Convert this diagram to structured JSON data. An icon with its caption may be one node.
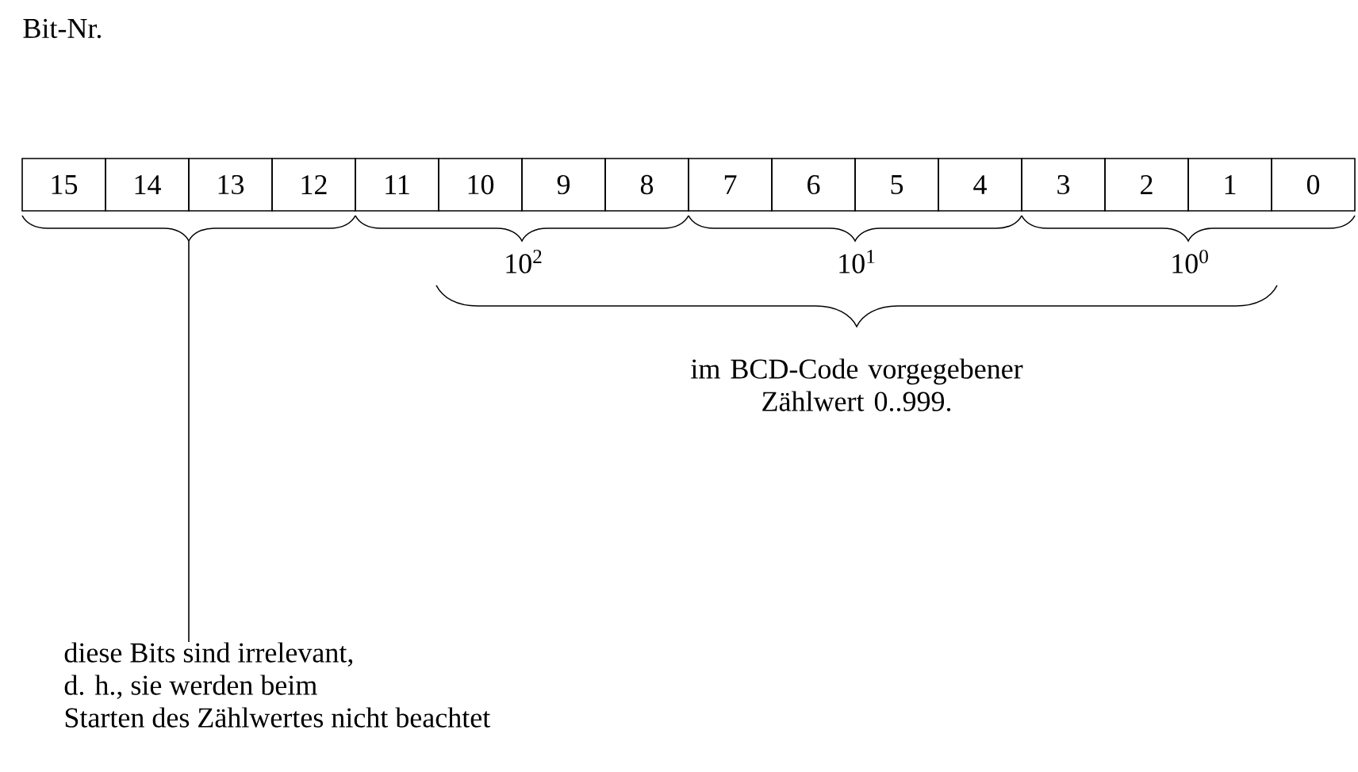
{
  "diagram": {
    "nodes": [
      {
        "text": [
          "15"
        ]
      },
      {
        "text": [
          "14"
        ]
      },
      {
        "text": [
          "13"
        ]
      },
      {
        "text": [
          "12"
        ]
      },
      {
        "text": [
          "11"
        ]
      },
      {
        "text": [
          "10"
        ]
      },
      {
        "text": [
          "9"
        ]
      },
      {
        "text": [
          "8"
        ]
      },
      {
        "text": [
          "7"
        ]
      },
      {
        "text": [
          "6"
        ]
      },
      {
        "text": [
          "5"
        ]
      },
      {
        "text": [
          "4"
        ]
      },
      {
        "text": [
          "3"
        ]
      },
      {
        "text": [
          "2"
        ]
      },
      {
        "text": [
          "1"
        ]
      },
      {
        "text": [
          "0"
        ]
      },
      {
        "text": [],
        "shape": "brace"
      },
      {
        "text": [
          "diese Bits sind irrelevant, d. h., sie werden beim Starten des Zählwertes nicht beachtet"
        ]
      }
    ],
    "edges": [
      {
        "from": 17,
        "to": 16,
        "arrow": "none"
      }
    ],
    "labels": [
      "Bit-Nr.",
      "10$^{2}$",
      "10$^{1}$",
      "10$^{0}$",
      "im BCD-Code vorgegebener Zählwert 0..999."
    ]
  }
}
